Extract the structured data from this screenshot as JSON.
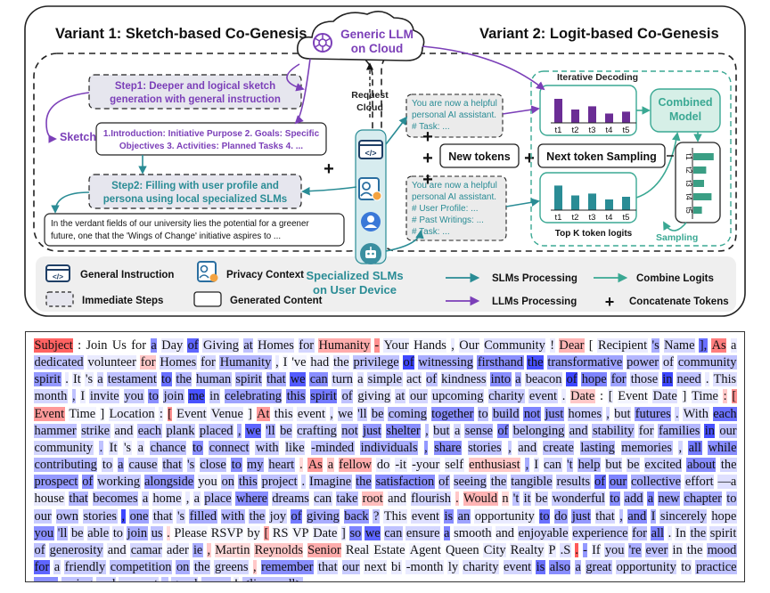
{
  "figure": {
    "variant1_title": "Variant 1: Sketch-based Co-Genesis",
    "variant2_title": "Variant 2: Logit-based Co-Genesis",
    "llm_label_line1": "Generic LLM",
    "llm_label_line2": "on Cloud",
    "request_cloud_line1": "Request",
    "request_cloud_line2": "Cloud",
    "step1_line1": "Step1: Deeper and logical sketch",
    "step1_line2": "generation with general instruction",
    "sketch_label": "Sketch",
    "sketch_content_line1": "1.Introduction: Initiative Purpose 2. Goals: Specific",
    "sketch_content_line2": "Objectives 3. Activities: Planned Tasks 4. ...",
    "step2_line1": "Step2: Filling with user profile and",
    "step2_line2": "persona using local specialized SLMs",
    "generated_line1": "In the verdant fields of our university lies the potential for a greener",
    "generated_line2": "future, one that the 'Wings of Change' initiative aspires to ...",
    "prompt1_lines": [
      "You are now a helpful",
      "personal AI assistant.",
      "# Task: ..."
    ],
    "prompt2_lines": [
      "You are now a helpful",
      "personal AI assistant.",
      "# User Profile: ...",
      "# Past Writings: ...",
      "# Task: ..."
    ],
    "new_tokens": "New tokens",
    "next_token_sampling": "Next token Sampling",
    "iterative_decoding": "Iterative Decoding",
    "combined_model_line1": "Combined",
    "combined_model_line2": "Model",
    "top_k_logits": "Top K token logits",
    "sampling": "Sampling",
    "token_labels": [
      "t1",
      "t2",
      "t3",
      "t4",
      "t5"
    ],
    "slm_label_line1": "Specialized SLMs",
    "slm_label_line2": "on User Device",
    "legend": {
      "general_instruction": "General Instruction",
      "privacy_context": "Privacy Context",
      "immediate_steps": "Immediate Steps",
      "generated_content": "Generated Content",
      "slms_processing": "SLMs Processing",
      "llms_processing": "LLMs Processing",
      "combine_logits": "Combine Logits",
      "concatenate_tokens": "Concatenate Tokens"
    },
    "colors": {
      "purple": "#7b3fb8",
      "teal": "#2a8c95",
      "green": "#3aa893",
      "bar_purple": "#6b2d95",
      "bar_teal": "#2a8c95",
      "bar_green": "#3a9e84"
    }
  },
  "bar_charts": {
    "llm_logits": [
      0.9,
      0.5,
      0.62,
      0.35,
      0.42
    ],
    "slm_logits": [
      0.92,
      0.55,
      0.62,
      0.4,
      0.5
    ],
    "combined_logits": [
      0.95,
      0.6,
      0.5,
      0.85,
      0.4
    ]
  },
  "heatmap_tokens": [
    [
      "Subject",
      -0.85
    ],
    [
      ":",
      0
    ],
    [
      "Join",
      0
    ],
    [
      "Us",
      0
    ],
    [
      "for",
      0
    ],
    [
      "a",
      0.55
    ],
    [
      "Day",
      0.1
    ],
    [
      "of",
      0.75
    ],
    [
      "Giving",
      0.15
    ],
    [
      "at",
      0.3
    ],
    [
      "Homes",
      0.15
    ],
    [
      "for",
      0.2
    ],
    [
      "Humanity",
      -0.45
    ],
    [
      "-",
      -0.6
    ],
    [
      "Your",
      0.1
    ],
    [
      "Hands",
      0.05
    ],
    [
      ",",
      0.1
    ],
    [
      "Our",
      0.1
    ],
    [
      "Community",
      0.15
    ],
    [
      "!",
      0.1
    ],
    [
      "Dear",
      -0.4
    ],
    [
      "[",
      0
    ],
    [
      "Recipient",
      0.1
    ],
    [
      "'s",
      0.4
    ],
    [
      "Name",
      0.2
    ],
    [
      "],",
      0.7
    ],
    [
      "As",
      -0.7
    ],
    [
      "a",
      0.1
    ],
    [
      "dedicated",
      0.3
    ],
    [
      "volunteer",
      0.1
    ],
    [
      "for",
      -0.3
    ],
    [
      "Homes",
      0.2
    ],
    [
      "for",
      0.2
    ],
    [
      "Humanity",
      0.35
    ],
    [
      ",",
      0.1
    ],
    [
      "I",
      0.05
    ],
    [
      "'ve",
      0.05
    ],
    [
      "had",
      0.1
    ],
    [
      "the",
      0.15
    ],
    [
      "privilege",
      0.3
    ],
    [
      "of",
      0.9
    ],
    [
      "witnessing",
      0.4
    ],
    [
      "firsthand",
      0.55
    ],
    [
      "the",
      0.85
    ],
    [
      "transformative",
      0.45
    ],
    [
      "power",
      0.35
    ],
    [
      "of",
      0.2
    ],
    [
      "community",
      0.3
    ],
    [
      "spirit",
      0.5
    ],
    [
      ".",
      0.1
    ],
    [
      "It",
      0.1
    ],
    [
      "'s",
      0.1
    ],
    [
      "a",
      0.2
    ],
    [
      "testament",
      0.3
    ],
    [
      "to",
      0.7
    ],
    [
      "the",
      0.35
    ],
    [
      "human",
      0.3
    ],
    [
      "spirit",
      0.35
    ],
    [
      "that",
      0.4
    ],
    [
      "we",
      0.8
    ],
    [
      "can",
      0.55
    ],
    [
      "turn",
      0.2
    ],
    [
      "a",
      0.15
    ],
    [
      "simple",
      0.2
    ],
    [
      "act",
      0.15
    ],
    [
      "of",
      0.3
    ],
    [
      "kindness",
      0.2
    ],
    [
      "into",
      0.55
    ],
    [
      "a",
      0.4
    ],
    [
      "beacon",
      0.2
    ],
    [
      "of",
      0.9
    ],
    [
      "hope",
      0.6
    ],
    [
      "for",
      0.45
    ],
    [
      "those",
      0.2
    ],
    [
      "in",
      0.9
    ],
    [
      "need",
      0.3
    ],
    [
      ".",
      0.1
    ],
    [
      "This",
      0.15
    ],
    [
      "month",
      0.2
    ],
    [
      ",",
      0.3
    ],
    [
      "I",
      0.1
    ],
    [
      "invite",
      0.2
    ],
    [
      "you",
      0.25
    ],
    [
      "to",
      0.55
    ],
    [
      "join",
      0.3
    ],
    [
      "me",
      0.85
    ],
    [
      "in",
      0.25
    ],
    [
      "celebrating",
      0.45
    ],
    [
      "this",
      0.55
    ],
    [
      "spirit",
      0.65
    ],
    [
      "of",
      0.3
    ],
    [
      "giving",
      0.15
    ],
    [
      "at",
      0.2
    ],
    [
      "our",
      0.2
    ],
    [
      "upcoming",
      0.2
    ],
    [
      "charity",
      0.25
    ],
    [
      "event",
      0.2
    ],
    [
      ".",
      0.1
    ],
    [
      "Date",
      -0.3
    ],
    [
      ":",
      0
    ],
    [
      "[",
      0.1
    ],
    [
      "Event",
      0.05
    ],
    [
      "Date",
      0.15
    ],
    [
      "]",
      0.05
    ],
    [
      "Time",
      0.1
    ],
    [
      ":",
      -0.3
    ],
    [
      "[",
      -0.6
    ],
    [
      "Event",
      -0.55
    ],
    [
      "Time",
      0.05
    ],
    [
      "]",
      0.05
    ],
    [
      "Location",
      0.1
    ],
    [
      ":",
      0.1
    ],
    [
      "[",
      -0.6
    ],
    [
      "Event",
      0.1
    ],
    [
      "Venue",
      0.1
    ],
    [
      "]",
      0.05
    ],
    [
      "At",
      -0.55
    ],
    [
      "this",
      0.1
    ],
    [
      "event",
      0.1
    ],
    [
      ",",
      0.15
    ],
    [
      "we",
      0.2
    ],
    [
      "'ll",
      0.25
    ],
    [
      "be",
      0.3
    ],
    [
      "coming",
      0.35
    ],
    [
      "together",
      0.55
    ],
    [
      "to",
      0.3
    ],
    [
      "build",
      0.4
    ],
    [
      "not",
      0.6
    ],
    [
      "just",
      0.5
    ],
    [
      "homes",
      0.25
    ],
    [
      ",",
      0.2
    ],
    [
      "but",
      0.15
    ],
    [
      "futures",
      0.5
    ],
    [
      ".",
      0.2
    ],
    [
      "With",
      0.15
    ],
    [
      "each",
      0.7
    ],
    [
      "hammer",
      0.3
    ],
    [
      "strike",
      0.25
    ],
    [
      "and",
      0.15
    ],
    [
      "each",
      0.3
    ],
    [
      "plank",
      0.25
    ],
    [
      "placed",
      0.3
    ],
    [
      ",",
      0.4
    ],
    [
      "we",
      0.75
    ],
    [
      "'ll",
      0.4
    ],
    [
      "be",
      0.3
    ],
    [
      "crafting",
      0.25
    ],
    [
      "not",
      0.35
    ],
    [
      "just",
      0.5
    ],
    [
      "shelter",
      0.55
    ],
    [
      ",",
      0.3
    ],
    [
      "but",
      0.25
    ],
    [
      "a",
      0.2
    ],
    [
      "sense",
      0.35
    ],
    [
      "of",
      0.6
    ],
    [
      "belonging",
      0.3
    ],
    [
      "and",
      0.25
    ],
    [
      "stability",
      0.3
    ],
    [
      "for",
      0.2
    ],
    [
      "families",
      0.35
    ],
    [
      "in",
      0.85
    ],
    [
      "our",
      0.3
    ],
    [
      "community",
      0.2
    ],
    [
      ".",
      0.3
    ],
    [
      "It",
      0.15
    ],
    [
      "'s",
      0.1
    ],
    [
      "a",
      0.15
    ],
    [
      "chance",
      0.3
    ],
    [
      "to",
      0.55
    ],
    [
      "connect",
      0.35
    ],
    [
      "with",
      0.25
    ],
    [
      "like",
      0.2
    ],
    [
      "-minded",
      0.3
    ],
    [
      "individuals",
      0.4
    ],
    [
      ",",
      0.5
    ],
    [
      "share",
      0.55
    ],
    [
      "stories",
      0.3
    ],
    [
      ",",
      0.25
    ],
    [
      "and",
      0.2
    ],
    [
      "create",
      0.3
    ],
    [
      "lasting",
      0.35
    ],
    [
      "memories",
      0.3
    ],
    [
      ",",
      0.2
    ],
    [
      "all",
      0.65
    ],
    [
      "while",
      0.55
    ],
    [
      "contributing",
      0.35
    ],
    [
      "to",
      0.2
    ],
    [
      "a",
      0.4
    ],
    [
      "cause",
      0.25
    ],
    [
      "that",
      0.3
    ],
    [
      "'s",
      0.25
    ],
    [
      "close",
      0.3
    ],
    [
      "to",
      0.55
    ],
    [
      "my",
      0.4
    ],
    [
      "heart",
      0.3
    ],
    [
      ".",
      -0.2
    ],
    [
      "As",
      -0.55
    ],
    [
      "a",
      -0.3
    ],
    [
      "fellow",
      -0.45
    ],
    [
      "do",
      0.1
    ],
    [
      "-it",
      0.1
    ],
    [
      "-your",
      0.1
    ],
    [
      "self",
      0.1
    ],
    [
      "enthusiast",
      -0.3
    ],
    [
      ",",
      0.4
    ],
    [
      "I",
      0.15
    ],
    [
      "can",
      0.2
    ],
    [
      "'t",
      0.3
    ],
    [
      "help",
      0.35
    ],
    [
      "but",
      0.2
    ],
    [
      "be",
      0.2
    ],
    [
      "excited",
      0.25
    ],
    [
      "about",
      0.55
    ],
    [
      "the",
      0.2
    ],
    [
      "prospect",
      0.5
    ],
    [
      "of",
      0.55
    ],
    [
      "working",
      0.25
    ],
    [
      "alongside",
      0.5
    ],
    [
      "you",
      0.1
    ],
    [
      "on",
      0.3
    ],
    [
      "this",
      0.4
    ],
    [
      "project",
      0.3
    ],
    [
      ".",
      0.2
    ],
    [
      "Imagine",
      0.3
    ],
    [
      "the",
      0.5
    ],
    [
      "satisfaction",
      0.55
    ],
    [
      "of",
      0.35
    ],
    [
      "seeing",
      0.3
    ],
    [
      "the",
      0.25
    ],
    [
      "tangible",
      0.3
    ],
    [
      "results",
      0.25
    ],
    [
      "of",
      0.7
    ],
    [
      "our",
      0.6
    ],
    [
      "collective",
      0.4
    ],
    [
      "effort",
      0.2
    ],
    [
      "—a",
      0.15
    ],
    [
      "house",
      0.1
    ],
    [
      "that",
      0.35
    ],
    [
      "becomes",
      0.3
    ],
    [
      "a",
      0.2
    ],
    [
      "home",
      0.15
    ],
    [
      ",",
      0.1
    ],
    [
      "a",
      0.15
    ],
    [
      "place",
      0.3
    ],
    [
      "where",
      0.55
    ],
    [
      "dreams",
      0.25
    ],
    [
      "can",
      0.2
    ],
    [
      "take",
      0.3
    ],
    [
      "root",
      -0.35
    ],
    [
      "and",
      0.1
    ],
    [
      "flourish",
      0.2
    ],
    [
      ".",
      -0.3
    ],
    [
      "Would",
      -0.4
    ],
    [
      "n",
      -0.2
    ],
    [
      "'t",
      0.3
    ],
    [
      "it",
      0.25
    ],
    [
      "be",
      0.2
    ],
    [
      "wonderful",
      0.25
    ],
    [
      "to",
      0.55
    ],
    [
      "add",
      0.4
    ],
    [
      "a",
      0.6
    ],
    [
      "new",
      0.45
    ],
    [
      "chapter",
      0.4
    ],
    [
      "to",
      0.3
    ],
    [
      "our",
      0.25
    ],
    [
      "own",
      0.3
    ],
    [
      "stories",
      0.25
    ],
    [
      ",",
      0.9
    ],
    [
      "one",
      0.45
    ],
    [
      "that",
      0.2
    ],
    [
      "'s",
      0.2
    ],
    [
      "filled",
      0.4
    ],
    [
      "with",
      0.35
    ],
    [
      "the",
      0.3
    ],
    [
      "joy",
      0.2
    ],
    [
      "of",
      0.65
    ],
    [
      "giving",
      0.4
    ],
    [
      "back",
      0.5
    ],
    [
      "?",
      0.3
    ],
    [
      "This",
      0.1
    ],
    [
      "event",
      0.15
    ],
    [
      "is",
      0.55
    ],
    [
      "an",
      0.45
    ],
    [
      "opportunity",
      0.1
    ],
    [
      "to",
      0.7
    ],
    [
      "do",
      0.45
    ],
    [
      "just",
      0.5
    ],
    [
      "that",
      0.2
    ],
    [
      ",",
      0.3
    ],
    [
      "and",
      0.55
    ],
    [
      "I",
      0.4
    ],
    [
      "sincerely",
      0.25
    ],
    [
      "hope",
      0.15
    ],
    [
      "you",
      0.55
    ],
    [
      "'ll",
      0.35
    ],
    [
      "be",
      0.2
    ],
    [
      "able",
      0.2
    ],
    [
      "to",
      0.15
    ],
    [
      "join",
      0.4
    ],
    [
      "us",
      0.3
    ],
    [
      ".",
      -0.2
    ],
    [
      "Please",
      0.05
    ],
    [
      "RSVP",
      0.05
    ],
    [
      "by",
      0.05
    ],
    [
      "[",
      -0.5
    ],
    [
      "RS",
      0.05
    ],
    [
      "VP",
      0.05
    ],
    [
      "Date",
      0.1
    ],
    [
      "]",
      0.15
    ],
    [
      "so",
      0.6
    ],
    [
      "we",
      0.75
    ],
    [
      "can",
      0.3
    ],
    [
      "ensure",
      0.2
    ],
    [
      "a",
      0.6
    ],
    [
      "smooth",
      0.1
    ],
    [
      "and",
      0.1
    ],
    [
      "enjoyable",
      0.2
    ],
    [
      "experience",
      0.25
    ],
    [
      "for",
      0.3
    ],
    [
      "all",
      0.6
    ],
    [
      ".",
      0.1
    ],
    [
      "In",
      0.1
    ],
    [
      "the",
      0.2
    ],
    [
      "spirit",
      0.15
    ],
    [
      "of",
      0.3
    ],
    [
      "generosity",
      0.25
    ],
    [
      "and",
      0.1
    ],
    [
      "camar",
      0.2
    ],
    [
      "ader",
      0.1
    ],
    [
      "ie",
      0.4
    ],
    [
      ",",
      -0.3
    ],
    [
      "Martin",
      -0.2
    ],
    [
      "Reynolds",
      -0.3
    ],
    [
      "Senior",
      -0.45
    ],
    [
      "Real",
      0.05
    ],
    [
      "Estate",
      0.05
    ],
    [
      "Agent",
      0.05
    ],
    [
      "Queen",
      0.05
    ],
    [
      "City",
      0.1
    ],
    [
      "Realty",
      0.1
    ],
    [
      "P",
      0.1
    ],
    [
      ".S",
      0.15
    ],
    [
      ".",
      -0.9
    ],
    [
      "-",
      0.5
    ],
    [
      "If",
      0.1
    ],
    [
      "you",
      0.2
    ],
    [
      "'re",
      0.4
    ],
    [
      "ever",
      0.3
    ],
    [
      "in",
      0.1
    ],
    [
      "the",
      0.1
    ],
    [
      "mood",
      0.3
    ],
    [
      "for",
      0.75
    ],
    [
      "a",
      0.2
    ],
    [
      "friendly",
      0.25
    ],
    [
      "competition",
      0.3
    ],
    [
      "on",
      0.4
    ],
    [
      "the",
      0.25
    ],
    [
      "greens",
      0.2
    ],
    [
      ",",
      -0.3
    ],
    [
      "remember",
      0.55
    ],
    [
      "that",
      0.2
    ],
    [
      "our",
      0.25
    ],
    [
      "next",
      0.1
    ],
    [
      "bi",
      0.1
    ],
    [
      "-month",
      0.1
    ],
    [
      "ly",
      0.1
    ],
    [
      "charity",
      0.15
    ],
    [
      "event",
      0.2
    ],
    [
      "is",
      0.7
    ],
    [
      "also",
      0.55
    ],
    [
      "a",
      0.35
    ],
    [
      "great",
      0.3
    ],
    [
      "opportunity",
      0.2
    ],
    [
      "to",
      0.15
    ],
    [
      "practice",
      0.3
    ],
    [
      "your",
      0.55
    ],
    [
      "swing",
      0.3
    ],
    [
      "and",
      0.25
    ],
    [
      "support",
      0.2
    ],
    [
      "a",
      0.3
    ],
    [
      "good",
      0.25
    ],
    [
      "cause",
      0.3
    ],
    [
      "!",
      0.1
    ],
    [
      "<lim_endl>",
      0.3
    ]
  ]
}
